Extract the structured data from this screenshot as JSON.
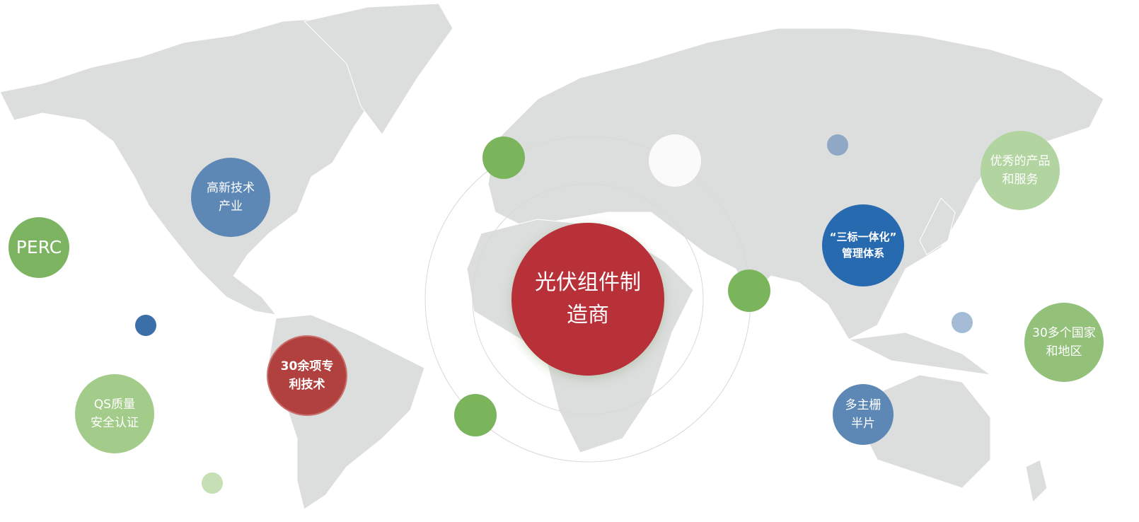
{
  "center": {
    "label": "光伏组件制\n造商",
    "color": "#b83038"
  },
  "features": [
    {
      "id": "high-tech",
      "label": "高新技术\n产业",
      "color": "#5d88b6"
    },
    {
      "id": "perc",
      "label": "PERC",
      "color": "#7db462"
    },
    {
      "id": "qs",
      "label": "QS质量\n安全认证",
      "color": "#a3cb8a"
    },
    {
      "id": "patents",
      "label": "30余项专\n利技术",
      "color": "#b0413e"
    },
    {
      "id": "management",
      "label": "“三标一体化”\n管理体系",
      "color": "#276ab0"
    },
    {
      "id": "service",
      "label": "优秀的产品\n和服务",
      "color": "#b2d4a0"
    },
    {
      "id": "countries",
      "label": "30多个国家\n和地区",
      "color": "#93c17a"
    },
    {
      "id": "busbar",
      "label": "多主栅\n半片",
      "color": "#5d88b6"
    }
  ],
  "colors": {
    "land": "#dcdddd",
    "ring": "#d8d8d8"
  }
}
